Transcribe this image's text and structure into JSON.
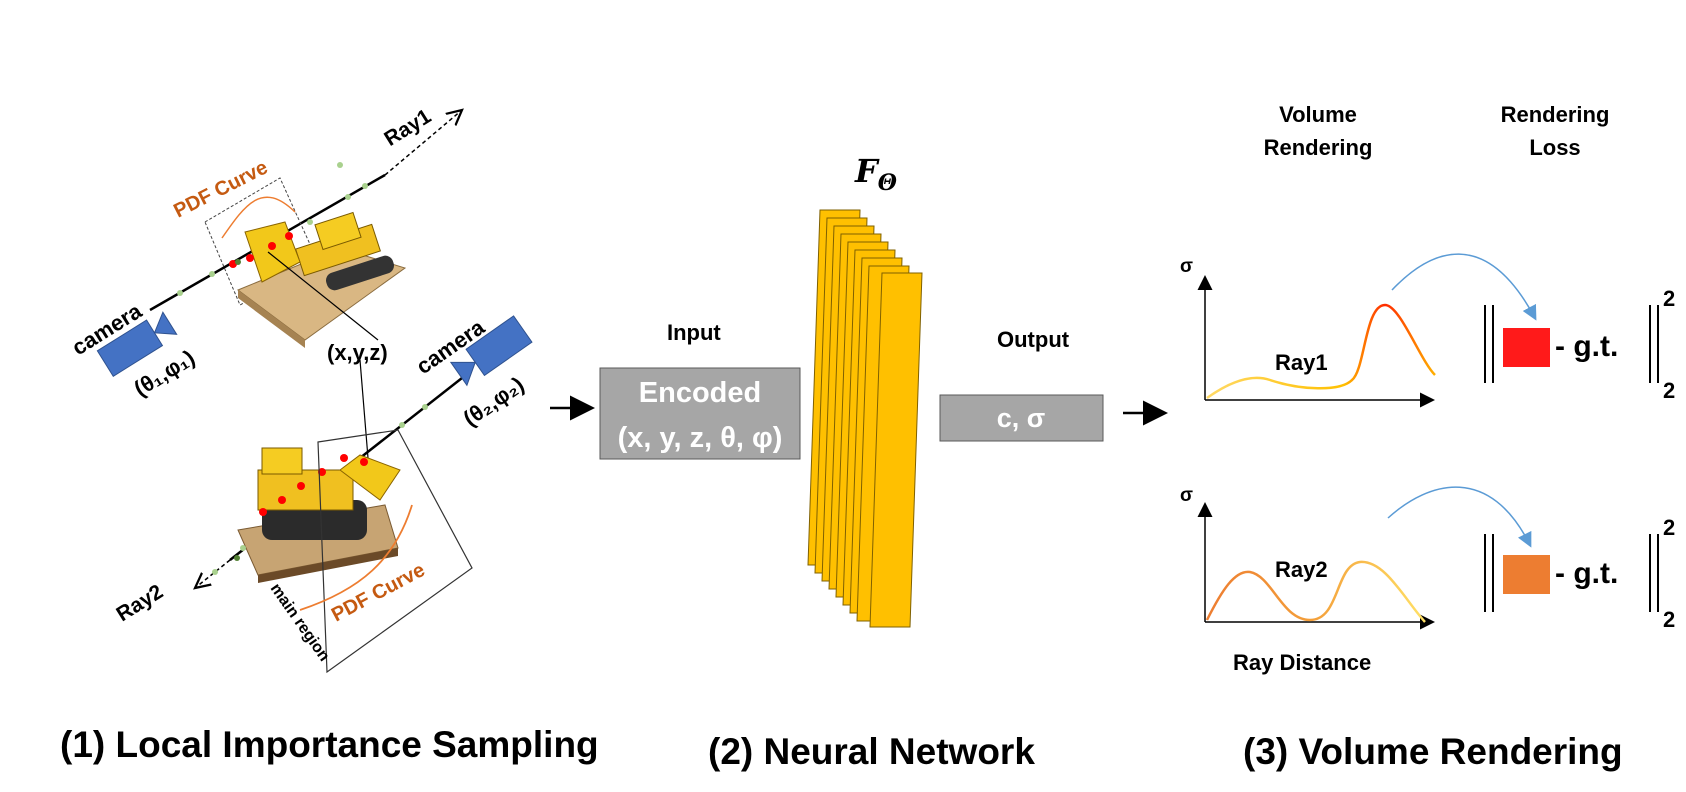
{
  "sampling": {
    "ray1_label": "Ray1",
    "ray2_label": "Ray2",
    "pdf_curve_top": "PDF Curve",
    "pdf_curve_bottom": "PDF Curve",
    "main_region": "main region",
    "camera1": "camera",
    "camera2": "camera",
    "angles1": "(θ₁,φ₁)",
    "angles2": "(θ₂,φ₂)",
    "point": "(x,y,z)",
    "caption": "(1) Local Importance Sampling"
  },
  "network": {
    "input_label": "Input",
    "encoded_line1": "Encoded",
    "encoded_line2": "(x, y, z, θ, φ)",
    "function_symbol": "F",
    "function_subscript": "Θ",
    "output_label": "Output",
    "output_value": "c, σ",
    "caption": "(2) Neural Network"
  },
  "rendering": {
    "header_volume_line1": "Volume",
    "header_volume_line2": "Rendering",
    "header_loss_line1": "Rendering",
    "header_loss_line2": "Loss",
    "sigma1": "σ",
    "sigma2": "σ",
    "ray1": "Ray1",
    "ray2": "Ray2",
    "x_label": "Ray Distance",
    "gt1": "- g.t.",
    "gt2": "- g.t.",
    "exp1_sup": "2",
    "exp1_sub": "2",
    "exp2_sup": "2",
    "exp2_sub": "2",
    "caption": "(3) Volume Rendering"
  },
  "colors": {
    "camera": "#4472c4",
    "network_layer": "#ffc000",
    "box_gray": "#a6a6a6",
    "pdf_orange": "#c55a11",
    "loss_red": "#ff1a1a",
    "loss_orange": "#ed7d31",
    "arc_blue": "#5b9bd5",
    "sample_green": "#70ad47",
    "sample_red": "#ff0000"
  },
  "icons": {
    "camera": "camera-icon",
    "bulldozer": "bulldozer-image"
  }
}
